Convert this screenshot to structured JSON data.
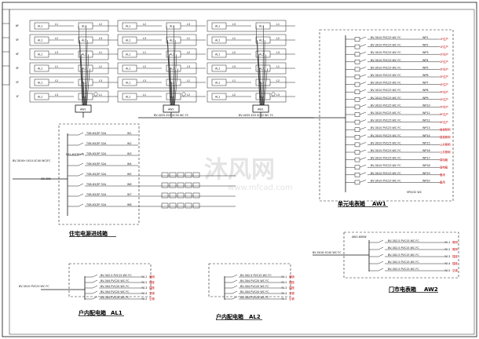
{
  "titles": {
    "inlet": "住宅电源进线箱",
    "unit_meter": "单元电表箱",
    "unit_meter_code": "AW1",
    "shop_meter": "门市电表箱",
    "shop_meter_code": "AW2",
    "home_box1": "户内配电箱",
    "home_box1_code": "AL1",
    "home_box2": "户内配电箱",
    "home_box2_code": "AL2"
  },
  "watermark": {
    "text": "沐风网",
    "url": "www.mfcad.com"
  },
  "floors": {
    "labels": [
      "6F",
      "5F",
      "4F",
      "3F",
      "2F",
      "1F"
    ],
    "box_labels": [
      "AL1",
      "AL2"
    ],
    "phases": [
      "L1",
      "L2",
      "L3"
    ]
  },
  "riser": {
    "cable_label": "BV-4X35-E25 SC50 WC FC",
    "aw_label": "AW1"
  },
  "inlet_box": {
    "incoming": "BV-3X16+1X10-SC40 WC/FC",
    "incoming_note": "AB-3X6",
    "main_breaker": "NSL-63/3P+N",
    "branches": [
      "W1",
      "W2",
      "W3",
      "W4",
      "W5",
      "W6",
      "W7",
      "W8"
    ],
    "breaker_label": "TSB-63/3P 32A"
  },
  "unit_meter_box": {
    "circuits": [
      "WP1",
      "WP2",
      "WP3",
      "WP4",
      "WP5",
      "WP6",
      "WP7",
      "WP8",
      "WP9",
      "WP10",
      "WP11",
      "WP12",
      "WP13",
      "WP14",
      "WP15",
      "WP16",
      "WP17",
      "WP18",
      "WP19",
      "WP20"
    ],
    "loads": [
      "1F住户",
      "1F住户",
      "2F住户",
      "2F住户",
      "3F住户",
      "3F住户",
      "4F住户",
      "4F住户",
      "5F住户",
      "5F住户",
      "6F住户",
      "6F住户",
      "楼梯照明",
      "楼梯照明",
      "公共照明",
      "公共照明",
      "弱电箱",
      "弱电箱",
      "备用",
      "备用"
    ],
    "cable": "BV-3X10 PVC25 WC FC",
    "spare": "SPD/32 WC"
  },
  "shop_meter_box": {
    "title_note": "AW2-60KW",
    "circuits": [
      "WL1",
      "WL2",
      "WL3",
      "WL4",
      "WL5"
    ],
    "loads": [
      "照明",
      "照明",
      "插座",
      "插座",
      "空调"
    ],
    "incoming": "BV-5X16 SC40 WC FC"
  },
  "home_box": {
    "circuits": [
      "WL1",
      "WL2",
      "WL3",
      "WL4",
      "WL5"
    ],
    "loads": [
      "照明",
      "插座",
      "插座",
      "空调",
      "空调"
    ],
    "cable_a": "BV-3X2.5 PVC15 WC FC",
    "cable_b": "BV-3X4 PVC20 WC FC",
    "incoming": "BV-3X10 PVC25 WC FC"
  },
  "colors": {
    "line": "#111111",
    "accent": "#c00000",
    "watermark": "#e4e4e4"
  }
}
